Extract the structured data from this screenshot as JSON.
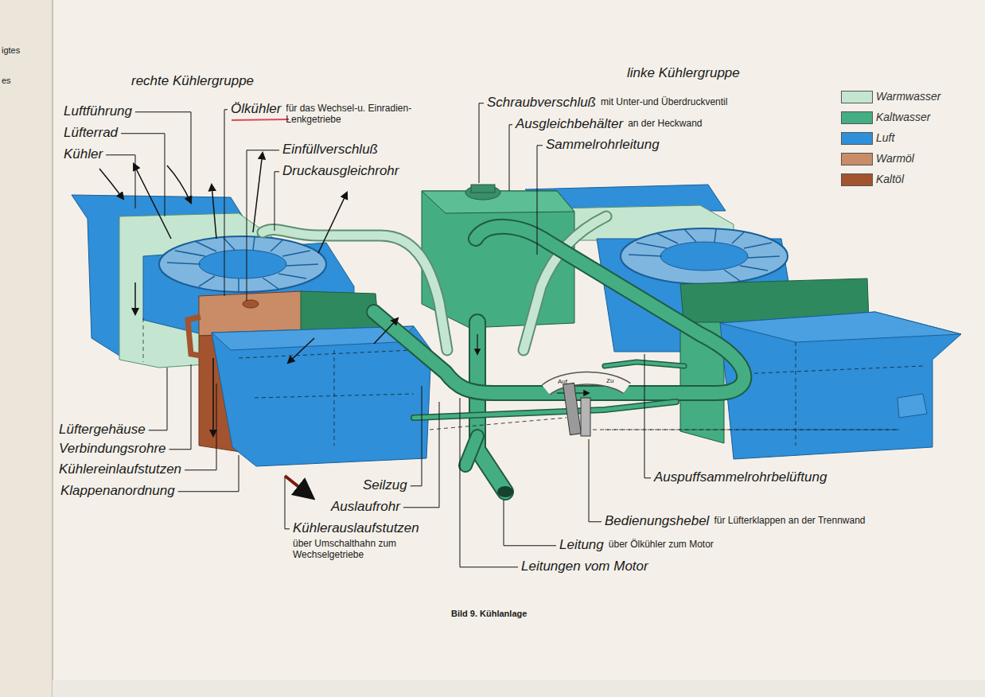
{
  "diagram": {
    "caption": "Bild 9. Kühlanlage",
    "labels": [
      "igtes",
      "es",
      "rechte Kühlergruppe",
      "Luftführung",
      "Lüfterrad",
      "Kühler",
      "Ölkühler",
      "für das Wechsel-u. Einradien- Lenkgetriebe",
      "Einfüllverschluß",
      "Druckausgleichrohr",
      "linke Kühlergruppe",
      "Schraubverschluß",
      "mit Unter-und Überdruckventil",
      "Ausgleichbehälter",
      "an der Heckwand",
      "Sammelrohrleitung",
      "Auf",
      "Zu",
      "Lüftergehäuse",
      "Verbindungsrohre",
      "Kühlereinlaufstutzen",
      "Klappenanordnung",
      "Seilzug",
      "Auslaufrohr",
      "Kühlerauslaufstutzen",
      "über Umschalthahn zum Wechselgetriebe",
      "Auspuffsammelrohrbelüftung",
      "Bedienungshebel",
      "für Lüfterklappen an der Trennwand",
      "Leitung",
      "über Ölkühler zum Motor",
      "Leitungen vom Motor"
    ],
    "legend": [
      {
        "text": "Warmwasser",
        "color": "#c4e6d0"
      },
      {
        "text": "Kaltwasser",
        "color": "#45ad82"
      },
      {
        "text": "Luft",
        "color": "#2f8fd8"
      },
      {
        "text": "Warmöl",
        "color": "#c98c66"
      },
      {
        "text": "Kaltöl",
        "color": "#a4532f"
      }
    ]
  }
}
